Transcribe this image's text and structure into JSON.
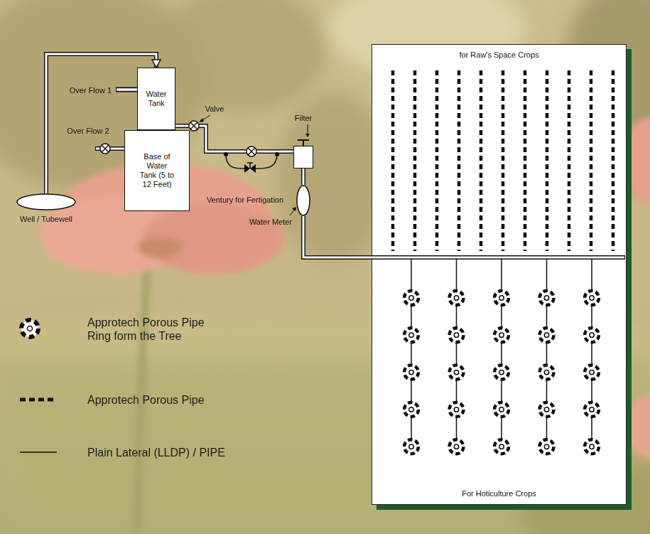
{
  "diagram": {
    "nodes": [
      {
        "text": [
          "Water Tank"
        ]
      },
      {
        "text": [
          "Base of Water Tank (5 to 12 Feet)"
        ]
      },
      {
        "text": [
          "Filter"
        ]
      },
      {
        "text": [
          "Water Meter"
        ]
      },
      {
        "text": [
          "Well / Tubewell"
        ]
      },
      {
        "text": [
          "for Raw's Space Crops",
          "For Hoticulture Crops"
        ]
      }
    ],
    "edges": [
      {
        "from": 4,
        "to": 0,
        "arrow": "to"
      },
      {
        "from": 0,
        "to": 2,
        "arrow": "none"
      },
      {
        "from": 2,
        "to": 3,
        "arrow": "none"
      },
      {
        "from": 3,
        "to": 5,
        "arrow": "none"
      }
    ],
    "labels": [
      "Over Flow 1",
      "Over Flow 2",
      "Valve",
      "Ventury for Fertigation"
    ],
    "legend": [
      {
        "text": "Approtech Porous Pipe Ring form the Tree"
      },
      {
        "text": "Approtech Porous Pipe"
      },
      {
        "text": "Plain Lateral (LLDP) / PIPE"
      }
    ]
  }
}
